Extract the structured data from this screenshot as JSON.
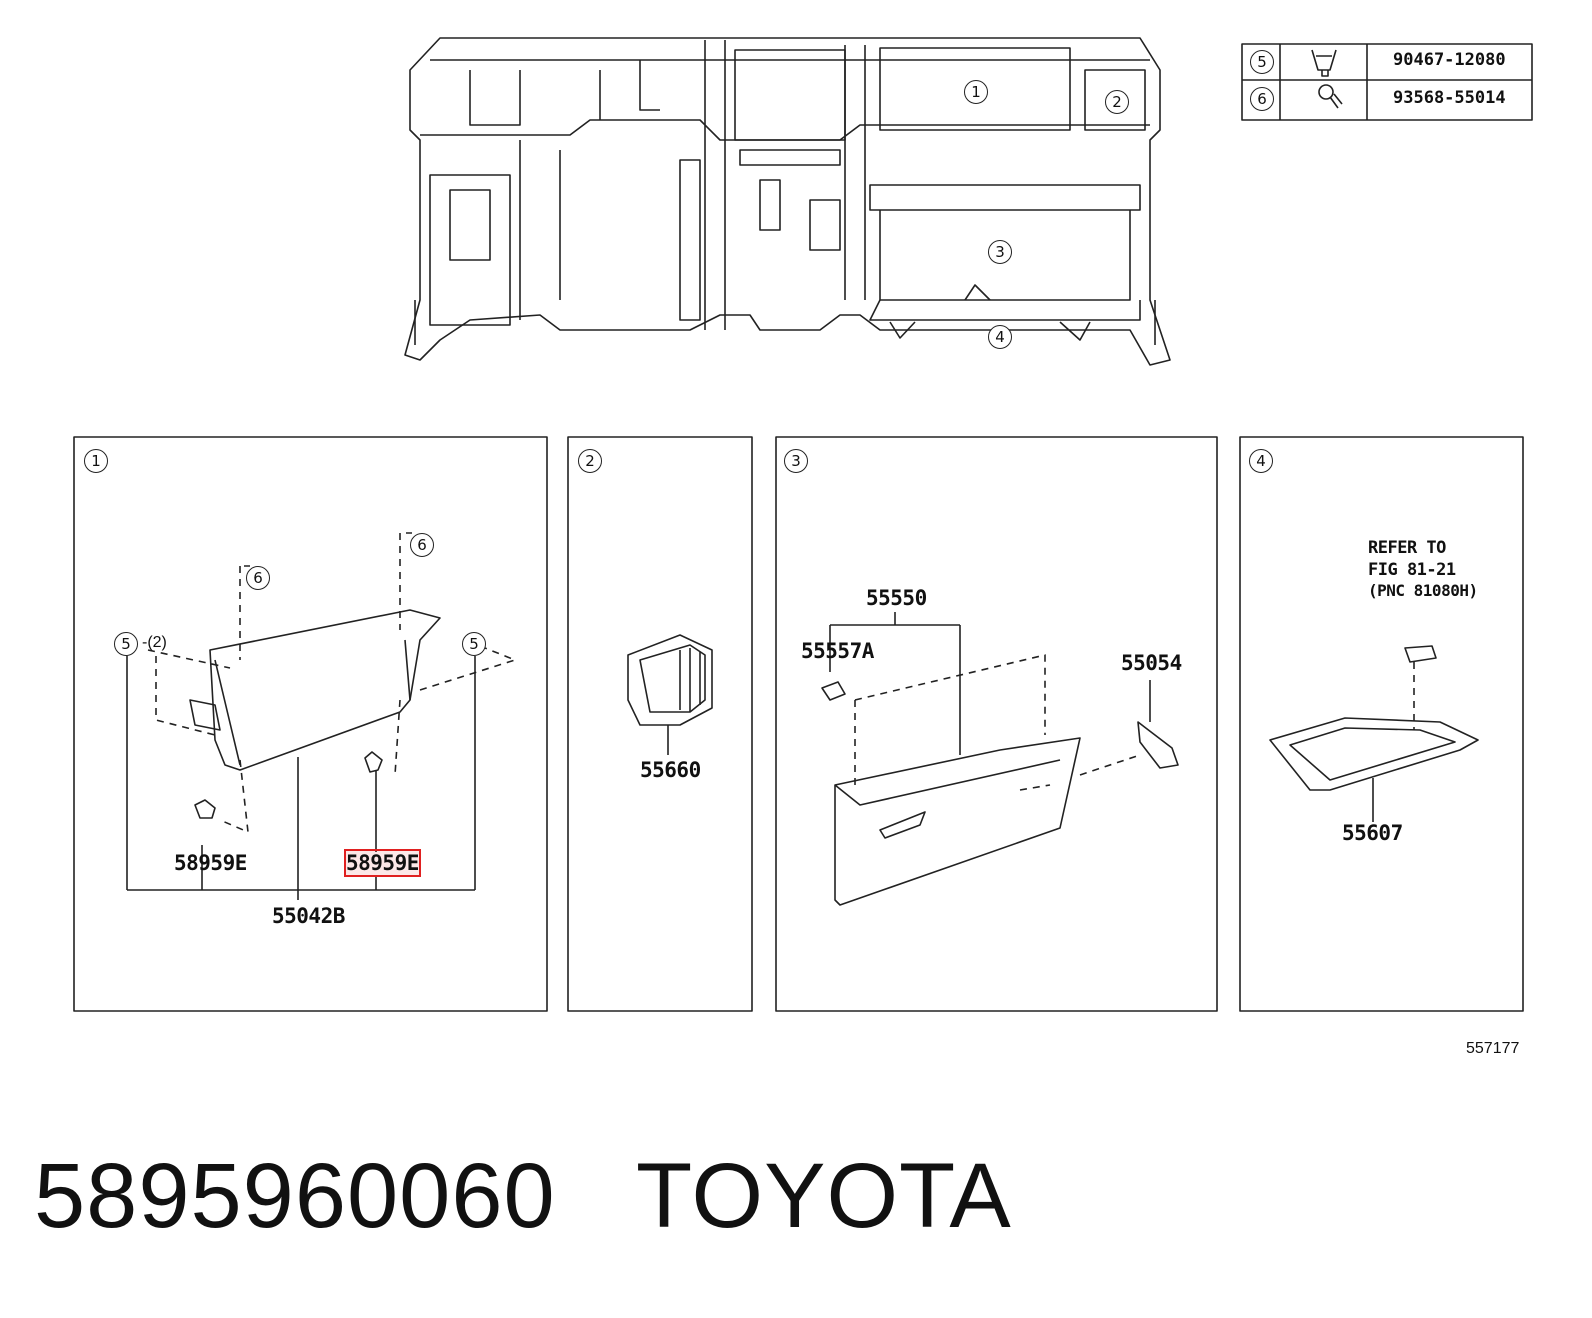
{
  "parts_table": {
    "rows": [
      {
        "ref": "5",
        "part_no": "90467-12080",
        "icon": "clip-icon"
      },
      {
        "ref": "6",
        "part_no": "93568-55014",
        "icon": "screw-icon"
      }
    ]
  },
  "overview": {
    "callouts": [
      "1",
      "2",
      "3",
      "4"
    ]
  },
  "panels": [
    {
      "number": "1",
      "labels": {
        "ref6a": "6",
        "ref6b": "6",
        "ref5a": "5",
        "ref5b": "5",
        "qty": "-(2)",
        "clip_left": "58959E",
        "clip_right": "58959E",
        "panel": "55042B"
      }
    },
    {
      "number": "2",
      "labels": {
        "vent": "55660"
      }
    },
    {
      "number": "3",
      "labels": {
        "assembly": "55550",
        "bumper": "55557A",
        "damper": "55054"
      }
    },
    {
      "number": "4",
      "labels": {
        "refer": [
          "REFER TO",
          "FIG 81-21",
          "(PNC 81080H)"
        ],
        "cover": "55607"
      }
    }
  ],
  "figure_id": "557177",
  "footer": {
    "part_number": "5895960060",
    "brand": "TOYOTA"
  },
  "colors": {
    "highlight": "#e02020",
    "line": "#222222"
  }
}
